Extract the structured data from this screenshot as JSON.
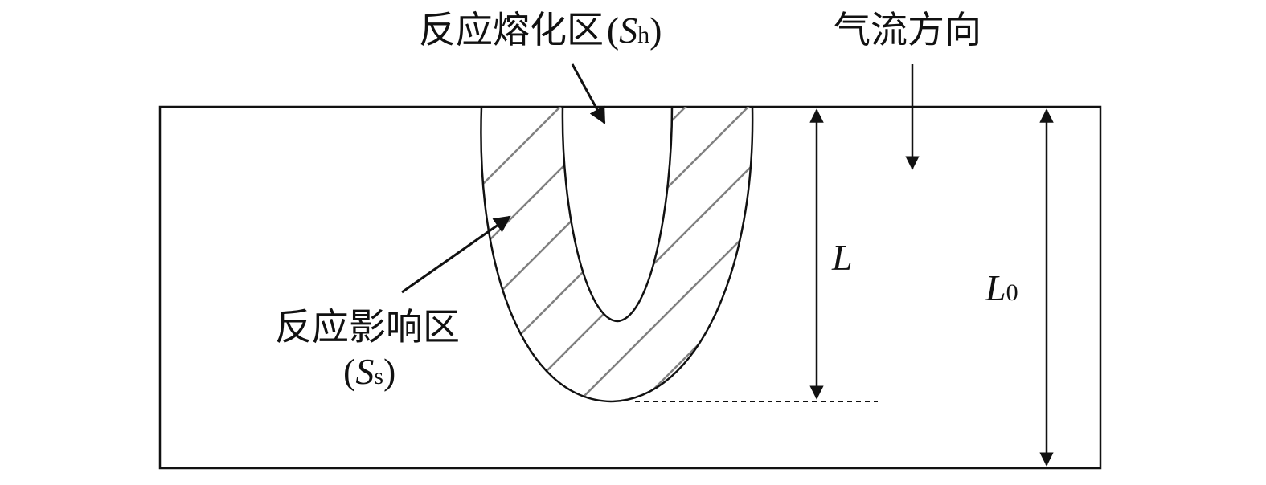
{
  "labels": {
    "melt_zone": "反应熔化区",
    "melt_symbol": "S",
    "melt_subscript": "h",
    "affect_zone": "反应影响区",
    "affect_symbol": "S",
    "affect_subscript": "s",
    "airflow": "气流方向",
    "depth": "L",
    "total_depth": "L",
    "total_depth_subscript": "0"
  },
  "colors": {
    "line": "#111111",
    "hatch": "#808080"
  }
}
